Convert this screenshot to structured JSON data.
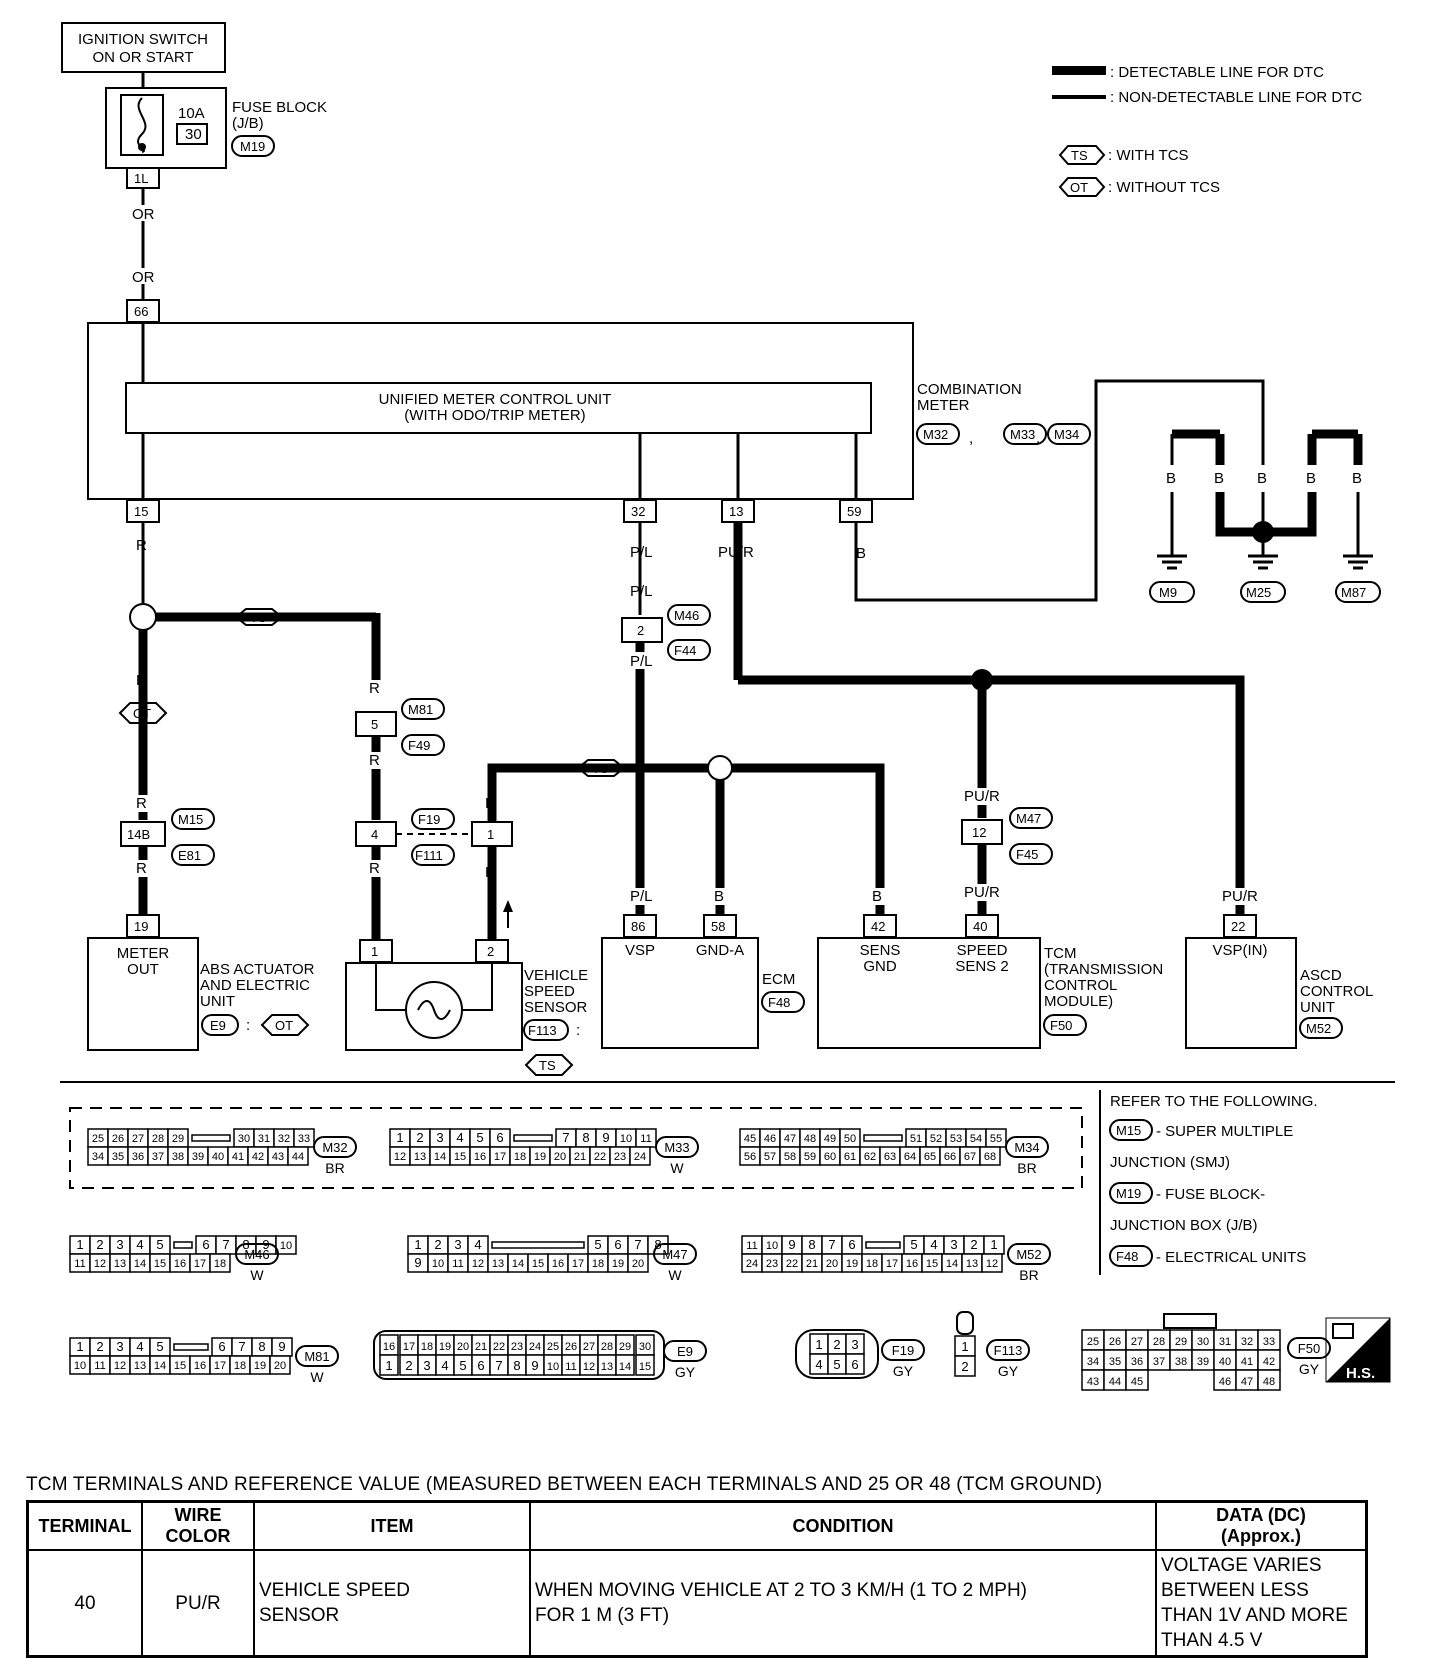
{
  "legend": {
    "detectable": ": DETECTABLE LINE FOR DTC",
    "non_detectable": ": NON-DETECTABLE LINE FOR DTC",
    "ts_tag": "TS",
    "ts_text": ": WITH TCS",
    "ot_tag": "OT",
    "ot_text": ": WITHOUT TCS"
  },
  "ignition": {
    "line1": "IGNITION SWITCH",
    "line2": "ON OR START"
  },
  "fuse": {
    "amp": "10A",
    "number": "30",
    "label1": "FUSE BLOCK",
    "label2": "(J/B)",
    "connector": "M19",
    "terminal": "1L"
  },
  "wires": {
    "or1": "OR",
    "or2": "OR",
    "r": "R",
    "pl": "P/L",
    "pur": "PU/R",
    "b": "B"
  },
  "combination_meter": {
    "unit_line1": "UNIFIED METER CONTROL UNIT",
    "unit_line2": "(WITH ODO/TRIP METER)",
    "label1": "COMBINATION",
    "label2": "METER",
    "connectors": [
      "M32",
      "M33",
      "M34"
    ],
    "terminals": {
      "t66": "66",
      "t15": "15",
      "t32": "32",
      "t13": "13",
      "t59": "59"
    }
  },
  "grounds": [
    "M9",
    "M25",
    "M87"
  ],
  "joints": {
    "m46": "M46",
    "f44": "F44",
    "pin2": "2",
    "m81": "M81",
    "f49": "F49",
    "pin5": "5",
    "f19": "F19",
    "f111": "F111",
    "pin4": "4",
    "pin1": "1",
    "m15": "M15",
    "e81": "E81",
    "pin14b": "14B",
    "m47": "M47",
    "f45": "F45",
    "pin12": "12"
  },
  "abs": {
    "pin": "19",
    "out1": "METER",
    "out2": "OUT",
    "label1": "ABS ACTUATOR",
    "label2": "AND ELECTRIC",
    "label3": "UNIT",
    "connector": "E9",
    "variant": "OT"
  },
  "vss": {
    "pin1": "1",
    "pin2": "2",
    "label1": "VEHICLE",
    "label2": "SPEED",
    "label3": "SENSOR",
    "connector": "F113",
    "variant": "TS"
  },
  "ecm": {
    "pin86": "86",
    "pin58": "58",
    "vsp": "VSP",
    "gnda": "GND-A",
    "label": "ECM",
    "connector": "F48"
  },
  "tcm": {
    "pin42": "42",
    "pin40": "40",
    "sens_gnd1": "SENS",
    "sens_gnd2": "GND",
    "speed1": "SPEED",
    "speed2": "SENS 2",
    "label1": "TCM",
    "label2": "(TRANSMISSION",
    "label3": "CONTROL",
    "label4": "MODULE)",
    "connector": "F50"
  },
  "ascd": {
    "pin": "22",
    "vsp": "VSP(IN)",
    "label1": "ASCD",
    "label2": "CONTROL",
    "label3": "UNIT",
    "connector": "M52"
  },
  "refer": {
    "title": "REFER TO THE FOLLOWING.",
    "m15": "M15",
    "m15_text": "- SUPER MULTIPLE",
    "m15_text2": "JUNCTION (SMJ)",
    "m19": "M19",
    "m19_text": "- FUSE BLOCK-",
    "m19_text2": "JUNCTION BOX (J/B)",
    "f48": "F48",
    "f48_text": "- ELECTRICAL UNITS"
  },
  "connector_faces": {
    "M32": {
      "color": "BR",
      "row1a": [
        "25",
        "26",
        "27",
        "28",
        "29"
      ],
      "row1b": [
        "30",
        "31",
        "32",
        "33"
      ],
      "row2": [
        "34",
        "35",
        "36",
        "37",
        "38",
        "39",
        "40",
        "41",
        "42",
        "43",
        "44"
      ]
    },
    "M33": {
      "color": "W",
      "row1a": [
        "1",
        "2",
        "3",
        "4",
        "5",
        "6"
      ],
      "row1b": [
        "7",
        "8",
        "9",
        "10",
        "11"
      ],
      "row2": [
        "12",
        "13",
        "14",
        "15",
        "16",
        "17",
        "18",
        "19",
        "20",
        "21",
        "22",
        "23",
        "24"
      ]
    },
    "M34": {
      "color": "BR",
      "row1a": [
        "45",
        "46",
        "47",
        "48",
        "49",
        "50"
      ],
      "row1b": [
        "51",
        "52",
        "53",
        "54",
        "55"
      ],
      "row2": [
        "56",
        "57",
        "58",
        "59",
        "60",
        "61",
        "62",
        "63",
        "64",
        "65",
        "66",
        "67",
        "68"
      ]
    },
    "M46": {
      "color": "W",
      "row1a": [
        "1",
        "2",
        "3",
        "4",
        "5"
      ],
      "row1b": [
        "6",
        "7",
        "8",
        "9",
        "10"
      ],
      "row2": [
        "11",
        "12",
        "13",
        "14",
        "15",
        "16",
        "17",
        "18"
      ]
    },
    "M47": {
      "color": "W",
      "row1a": [
        "1",
        "2",
        "3",
        "4"
      ],
      "row1b": [
        "5",
        "6",
        "7",
        "8"
      ],
      "row2": [
        "9",
        "10",
        "11",
        "12",
        "13",
        "14",
        "15",
        "16",
        "17",
        "18",
        "19",
        "20"
      ]
    },
    "M52": {
      "color": "BR",
      "row1a": [
        "11",
        "10",
        "9",
        "8",
        "7",
        "6"
      ],
      "row1b": [
        "5",
        "4",
        "3",
        "2",
        "1"
      ],
      "row2": [
        "24",
        "23",
        "22",
        "21",
        "20",
        "19",
        "18",
        "17",
        "16",
        "15",
        "14",
        "13",
        "12"
      ]
    },
    "M81": {
      "color": "W",
      "row1a": [
        "1",
        "2",
        "3",
        "4",
        "5"
      ],
      "row1b": [
        "6",
        "7",
        "8",
        "9"
      ],
      "row2": [
        "10",
        "11",
        "12",
        "13",
        "14",
        "15",
        "16",
        "17",
        "18",
        "19",
        "20"
      ]
    },
    "E9": {
      "color": "GY",
      "left_top": "16",
      "left_bot": "1",
      "row1": [
        "17",
        "18",
        "19",
        "20",
        "21",
        "22",
        "23",
        "24",
        "25",
        "26",
        "27",
        "28",
        "29"
      ],
      "row2": [
        "2",
        "3",
        "4",
        "5",
        "6",
        "7",
        "8",
        "9",
        "10",
        "11",
        "12",
        "13",
        "14"
      ],
      "right_top": "30",
      "right_bot": "15"
    },
    "F19": {
      "color": "GY",
      "row1": [
        "1",
        "2",
        "3"
      ],
      "row2": [
        "4",
        "5",
        "6"
      ]
    },
    "F113": {
      "color": "GY",
      "pins": [
        "1",
        "2"
      ]
    },
    "F50": {
      "color": "GY",
      "row1": [
        "25",
        "26",
        "27",
        "28",
        "29",
        "30",
        "31",
        "32",
        "33"
      ],
      "row2": [
        "34",
        "35",
        "36",
        "37",
        "38",
        "39",
        "40",
        "41",
        "42"
      ],
      "row3a": [
        "43",
        "44",
        "45"
      ],
      "row3b": [
        "46",
        "47",
        "48"
      ]
    }
  },
  "hs_badge": "H.S.",
  "table": {
    "title": "TCM TERMINALS AND REFERENCE VALUE (MEASURED BETWEEN EACH TERMINALS AND 25 OR 48 (TCM GROUND)",
    "headers": {
      "terminal": "TERMINAL",
      "wire_color": "WIRE COLOR",
      "item": "ITEM",
      "condition": "CONDITION",
      "data1": "DATA (DC)",
      "data2": "(Approx.)"
    },
    "row": {
      "terminal": "40",
      "wire_color": "PU/R",
      "item1": "VEHICLE SPEED",
      "item2": "SENSOR",
      "cond1": "WHEN MOVING VEHICLE AT 2 TO 3 KM/H (1 TO 2 MPH)",
      "cond2": "FOR 1 M (3 FT)",
      "data1": "VOLTAGE VARIES",
      "data2": "BETWEEN LESS",
      "data3": "THAN 1V AND MORE",
      "data4": "THAN 4.5 V"
    }
  }
}
